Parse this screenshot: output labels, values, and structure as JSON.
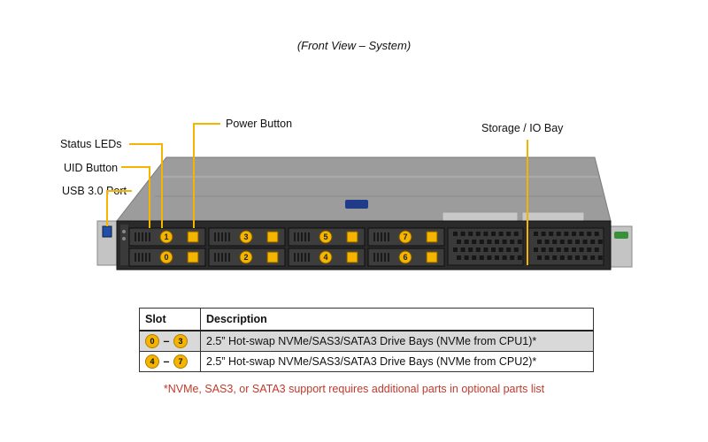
{
  "caption": "(Front View – System)",
  "callouts": {
    "power_button": "Power Button",
    "status_leds": "Status LEDs",
    "uid_button": "UID Button",
    "usb_port": "USB 3.0 Port",
    "storage_bay": "Storage / IO  Bay"
  },
  "drive_bays": {
    "top_row": [
      "1",
      "3",
      "5",
      "7"
    ],
    "bottom_row": [
      "0",
      "2",
      "4",
      "6"
    ]
  },
  "table": {
    "headers": [
      "Slot",
      "Description"
    ],
    "rows": [
      {
        "from": "0",
        "dash": "–",
        "to": "3",
        "description": "2.5” Hot-swap NVMe/SAS3/SATA3 Drive Bays (NVMe from CPU1)*"
      },
      {
        "from": "4",
        "dash": "–",
        "to": "7",
        "description": "2.5” Hot-swap NVMe/SAS3/SATA3 Drive Bays (NVMe from CPU2)*"
      }
    ]
  },
  "footnote": "*NVMe, SAS3, or SATA3 support requires additional parts in optional parts list",
  "colors": {
    "callout_line": "#f5b400",
    "badge": "#f5b400",
    "footnote": "#c0392b",
    "chassis_top": "#9a9a9a",
    "chassis_front": "#2a2a2a"
  }
}
